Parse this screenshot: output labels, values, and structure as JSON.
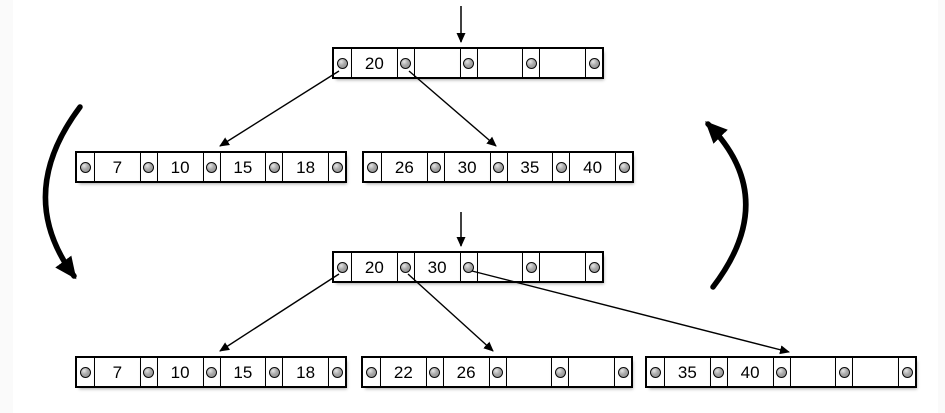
{
  "diagram": {
    "type": "btree-node-split",
    "colors": {
      "background": "#ffffff",
      "node_fill": "#ffffff",
      "node_border": "#000000",
      "pointer_dot": "#999999",
      "arrow": "#000000"
    }
  },
  "nodes": {
    "before_root": {
      "keys": [
        "20",
        "",
        "",
        ""
      ]
    },
    "before_left": {
      "keys": [
        "7",
        "10",
        "15",
        "18"
      ]
    },
    "before_right": {
      "keys": [
        "26",
        "30",
        "35",
        "40"
      ]
    },
    "after_root": {
      "keys": [
        "20",
        "30",
        "",
        ""
      ]
    },
    "after_left": {
      "keys": [
        "7",
        "10",
        "15",
        "18"
      ]
    },
    "after_mid": {
      "keys": [
        "22",
        "26",
        "",
        ""
      ]
    },
    "after_right": {
      "keys": [
        "35",
        "40",
        "",
        ""
      ]
    }
  }
}
